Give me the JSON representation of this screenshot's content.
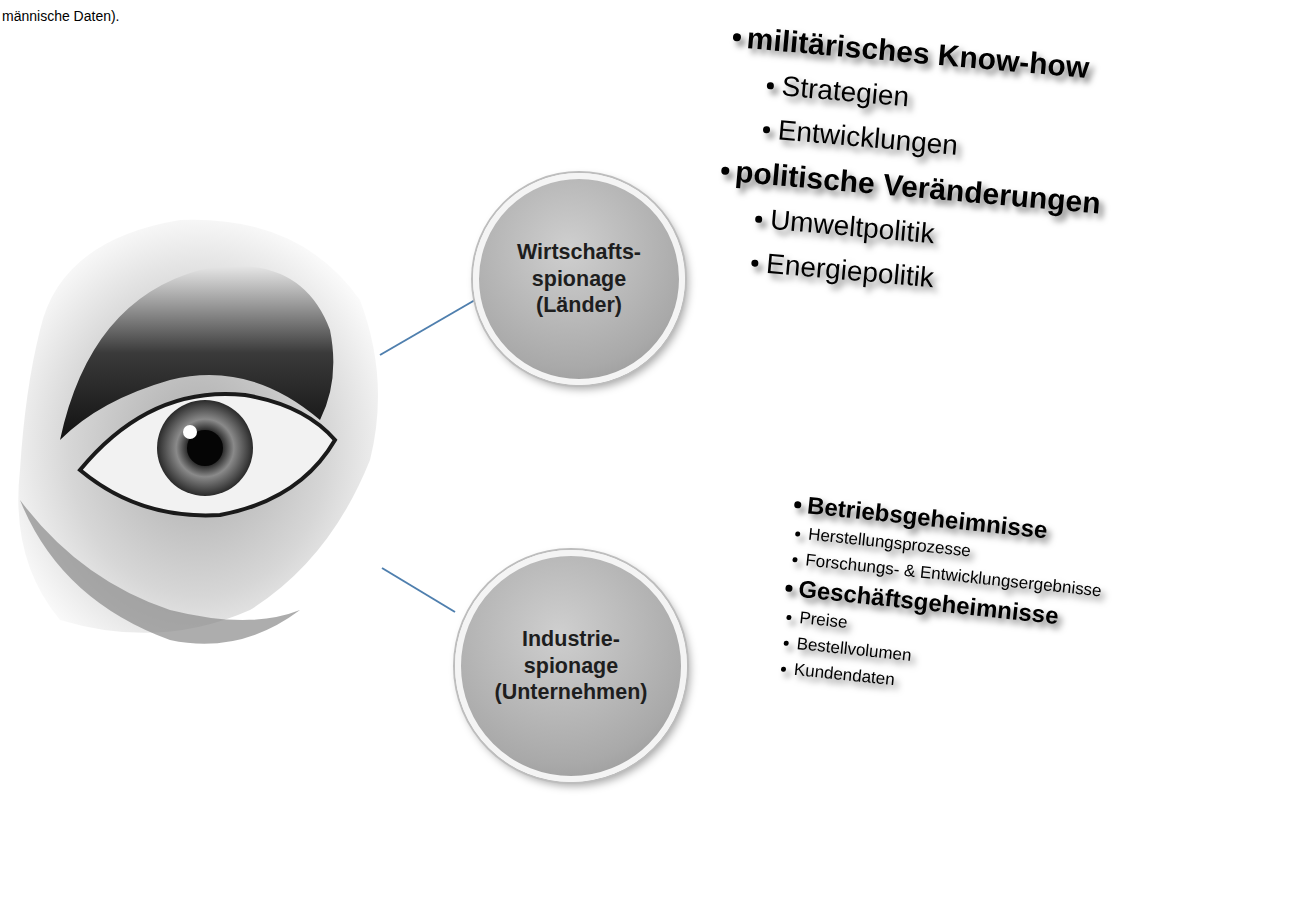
{
  "diagram": {
    "nodes": [
      {
        "text": [
          "Wirtschafts- spionage (Länder)"
        ]
      },
      {
        "text": [
          "militärisches Know-how",
          "Strategien",
          "Entwicklungen",
          "politische Veränderungen",
          "Umweltpolitik",
          "Energiepolitik"
        ]
      },
      {
        "text": [
          "Industrie- spionage (Unternehmen)"
        ]
      },
      {
        "text": [
          "Betriebsgeheimnisse",
          "Herstellungsprozesse",
          "Forschungs- & Entwicklungsergebnisse",
          "Geschäftsgeheimnisse",
          "Preise",
          "Bestellvolumen",
          "Kundendaten"
        ]
      }
    ],
    "labels": [
      "männische Daten)."
    ]
  }
}
